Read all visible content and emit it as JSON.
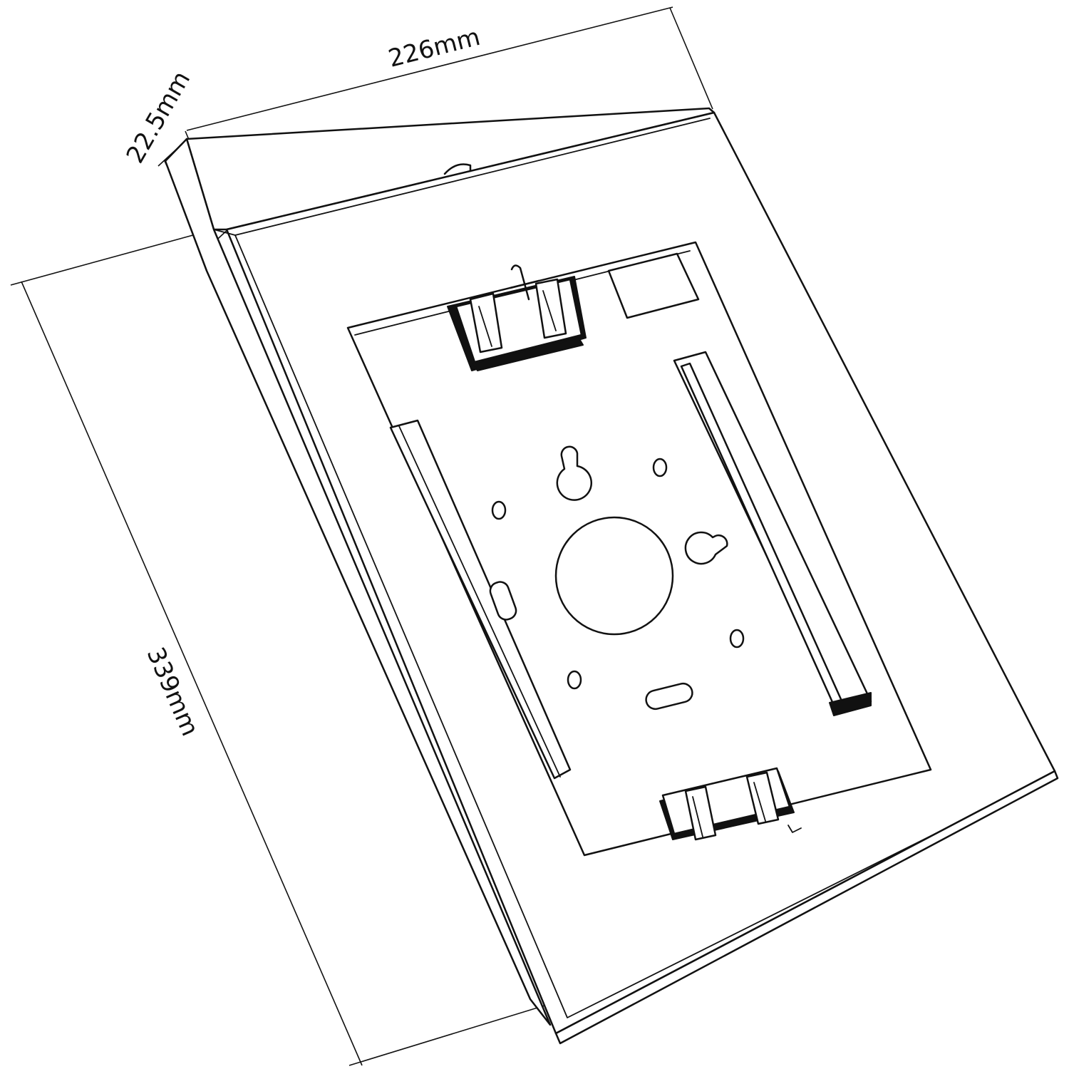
{
  "drawing": {
    "subject": "Tablet enclosure wall mount — isometric line drawing",
    "dimensions": {
      "width": "226mm",
      "depth": "22.5mm",
      "height": "339mm"
    }
  }
}
